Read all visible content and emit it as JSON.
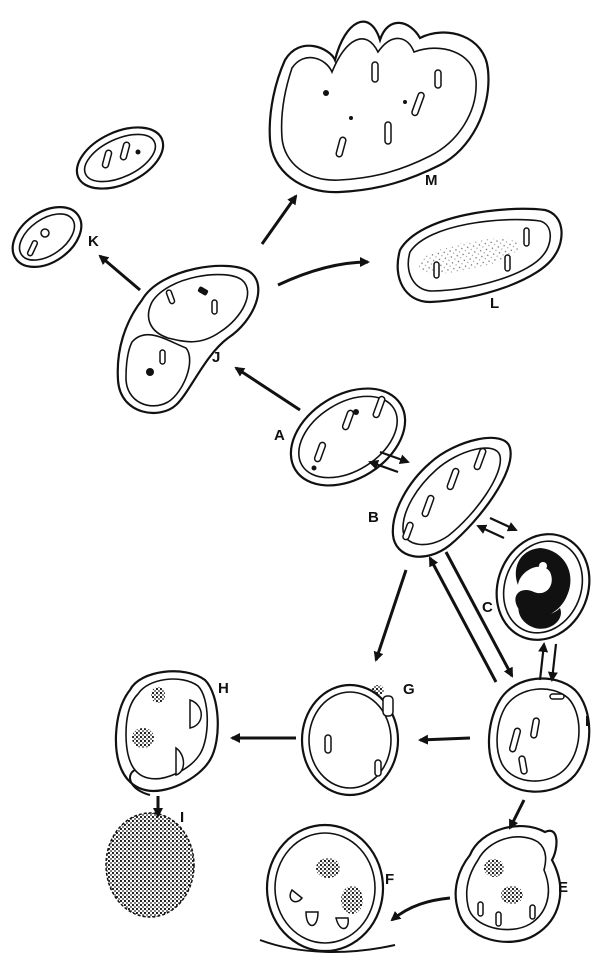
{
  "labels": {
    "A": "A",
    "B": "B",
    "C": "C",
    "D": "I",
    "E": "E",
    "F": "F",
    "G": "G",
    "H": "H",
    "I": "I",
    "J": "J",
    "K": "K",
    "L": "L",
    "M": "M"
  }
}
